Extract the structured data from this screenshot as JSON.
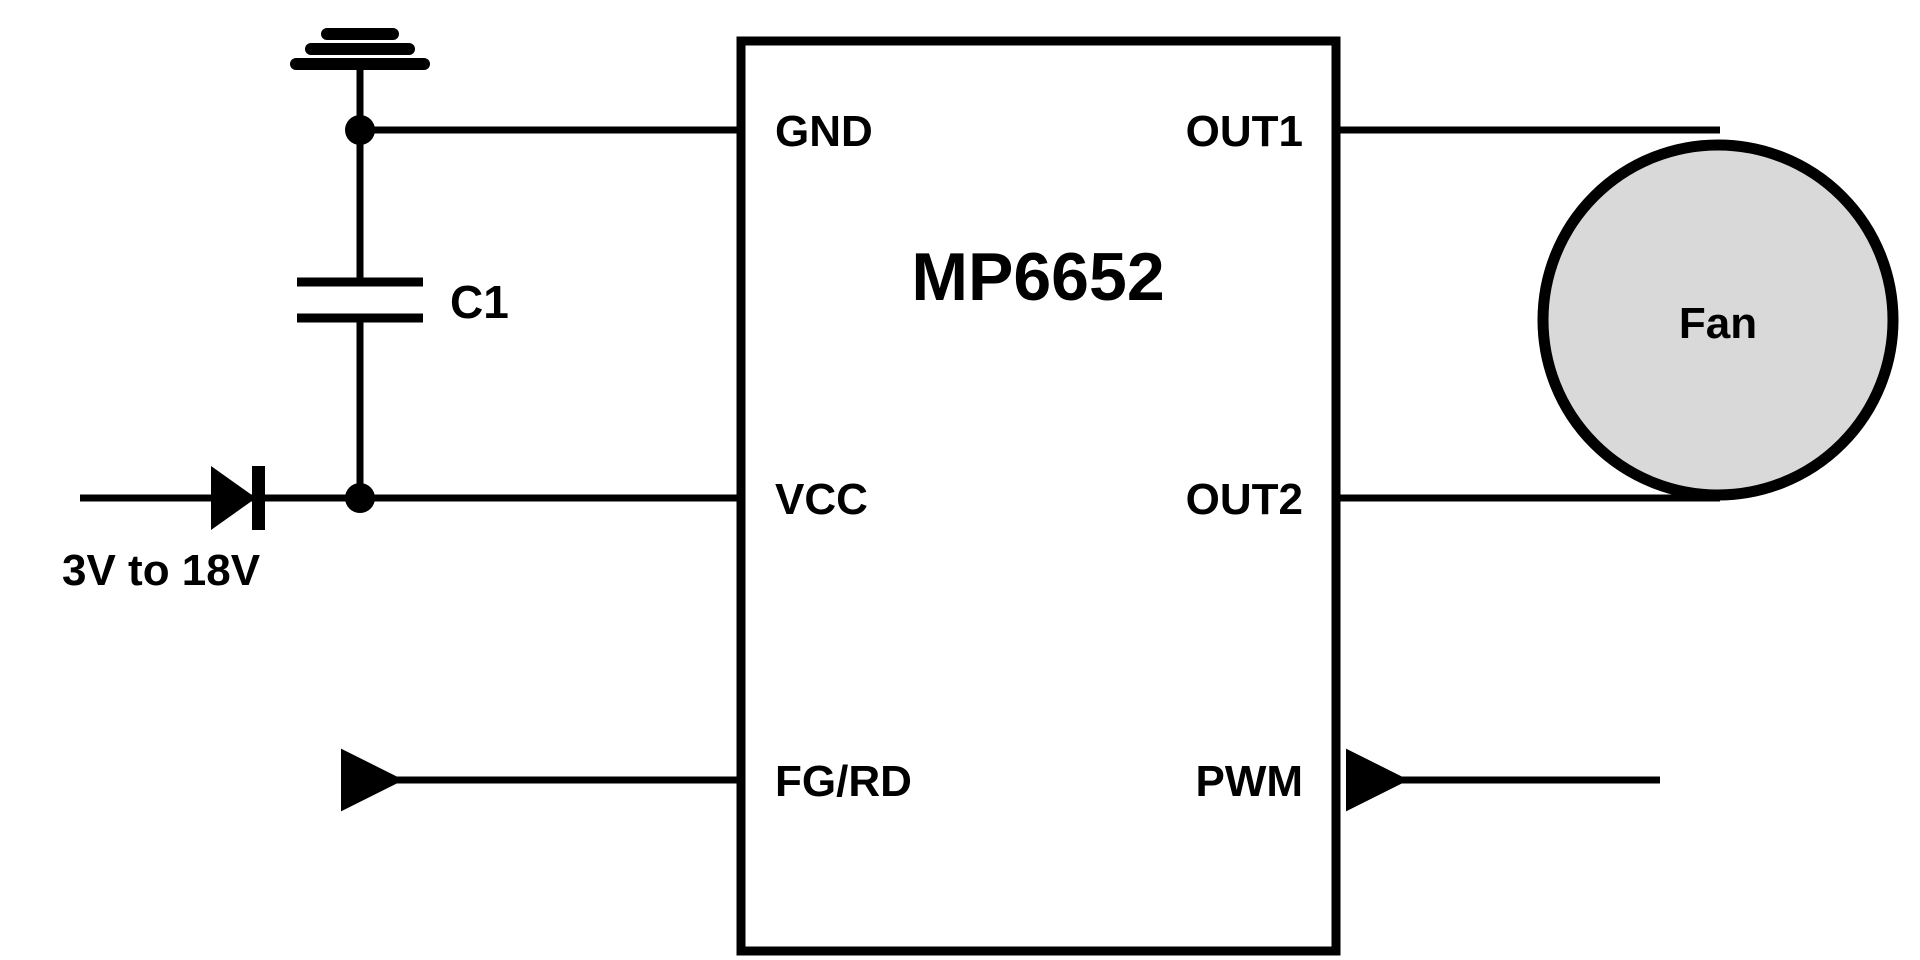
{
  "diagram": {
    "type": "schematic",
    "title_visible": false,
    "background_color": "#ffffff",
    "line_color": "#000000"
  },
  "ic": {
    "part_number": "MP6652",
    "pins_left": [
      {
        "name": "GND",
        "label": "GND"
      },
      {
        "name": "VCC",
        "label": "VCC"
      },
      {
        "name": "FG/RD",
        "label": "FG/RD"
      }
    ],
    "pins_right": [
      {
        "name": "OUT1",
        "label": "OUT1"
      },
      {
        "name": "OUT2",
        "label": "OUT2"
      },
      {
        "name": "PWM",
        "label": "PWM"
      }
    ]
  },
  "components": {
    "capacitor": {
      "designator": "C1",
      "type": "capacitor"
    },
    "diode": {
      "type": "diode",
      "designator": ""
    },
    "ground": {
      "type": "ground-symbol",
      "bars": 3
    },
    "load": {
      "label": "Fan",
      "type": "motor",
      "fill_color": "#d9d9d9",
      "border_color": "#000000"
    }
  },
  "nets": {
    "supply_label": "3V to 18V",
    "fg_rd_direction": "output",
    "pwm_direction": "input"
  },
  "colors": {
    "wire": "#000000",
    "ic_fill": "#ffffff",
    "fan_fill": "#d9d9d9",
    "page": "#ffffff"
  }
}
